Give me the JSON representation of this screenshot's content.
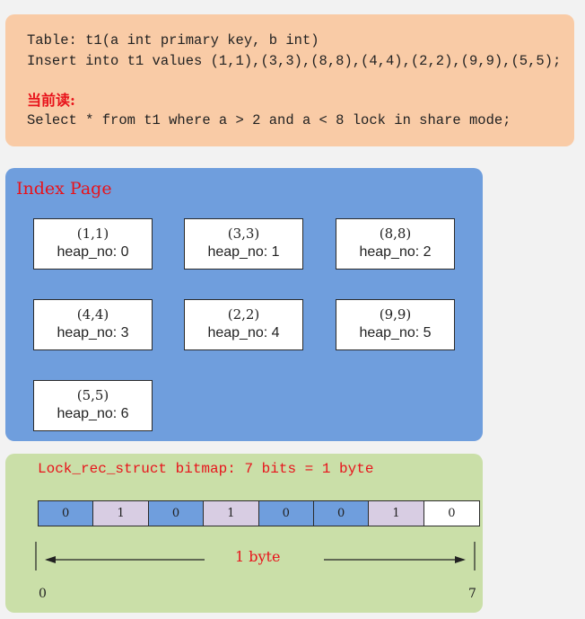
{
  "sql": {
    "line1": "Table: t1(a int primary key, b int)",
    "line2": "Insert into t1 values (1,1),(3,3),(8,8),(4,4),(2,2),(9,9),(5,5);",
    "current_read_label": "当前读:",
    "line3": "Select * from t1 where a > 2 and a < 8 lock in share mode;"
  },
  "index_page": {
    "title": "Index Page",
    "records": [
      {
        "tuple": "(1,1)",
        "heap": "heap_no: 0"
      },
      {
        "tuple": "(3,3)",
        "heap": "heap_no: 1"
      },
      {
        "tuple": "(8,8)",
        "heap": "heap_no: 2"
      },
      {
        "tuple": "(4,4)",
        "heap": "heap_no: 3"
      },
      {
        "tuple": "(2,2)",
        "heap": "heap_no: 4"
      },
      {
        "tuple": "(9,9)",
        "heap": "heap_no: 5"
      },
      {
        "tuple": "(5,5)",
        "heap": "heap_no: 6"
      }
    ]
  },
  "bitmap": {
    "title": "Lock_rec_struct bitmap: 7 bits = 1 byte",
    "bits": [
      "0",
      "1",
      "0",
      "1",
      "0",
      "0",
      "1",
      "0"
    ],
    "byte_label": "1 byte",
    "start_label": "0",
    "end_label": "7"
  },
  "colors": {
    "bit_zero": "#6f9edd",
    "bit_one": "#d8cde3",
    "bit_last": "#ffffff"
  }
}
